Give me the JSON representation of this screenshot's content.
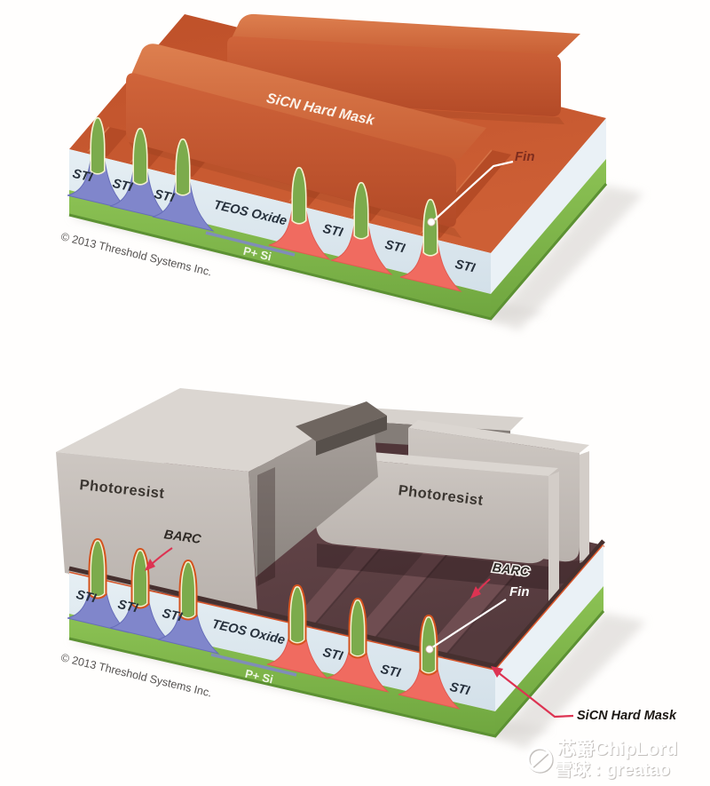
{
  "top_diagram": {
    "hard_mask_label": "SiCN Hard Mask",
    "fin_label": "Fin",
    "sti_labels": [
      "STI",
      "STI",
      "STI",
      "STI",
      "STI",
      "STI"
    ],
    "teos_label": "TEOS Oxide",
    "substrate_label": "P+ Si",
    "copyright": "© 2013 Threshold Systems Inc."
  },
  "bottom_diagram": {
    "photoresist_left_label": "Photoresist",
    "photoresist_right_label": "Photoresist",
    "barc_left_label": "BARC",
    "barc_right_label": "BARC",
    "fin_label": "Fin",
    "hard_mask_label": "SiCN Hard Mask",
    "sti_labels": [
      "STI",
      "STI",
      "STI",
      "STI",
      "STI",
      "STI"
    ],
    "teos_label": "TEOS Oxide",
    "substrate_label": "P+ Si",
    "copyright": "© 2013 Threshold Systems Inc."
  },
  "watermark": {
    "brand_line": "芯爵ChipLord",
    "site_line": "雪球 : greatao"
  },
  "colors": {
    "hard_mask_orange": "#C6582F",
    "barc_maroon": "#5E4144",
    "photoresist_gray": "#C7C1BC",
    "sti_oxide_blue": "#DFE9F0",
    "silicon_purple": "#8086CB",
    "silicon_red": "#F06B60",
    "fin_green": "#7CAB4C",
    "substrate_green": "#7DB54A",
    "arrow_red": "#DD3352"
  }
}
